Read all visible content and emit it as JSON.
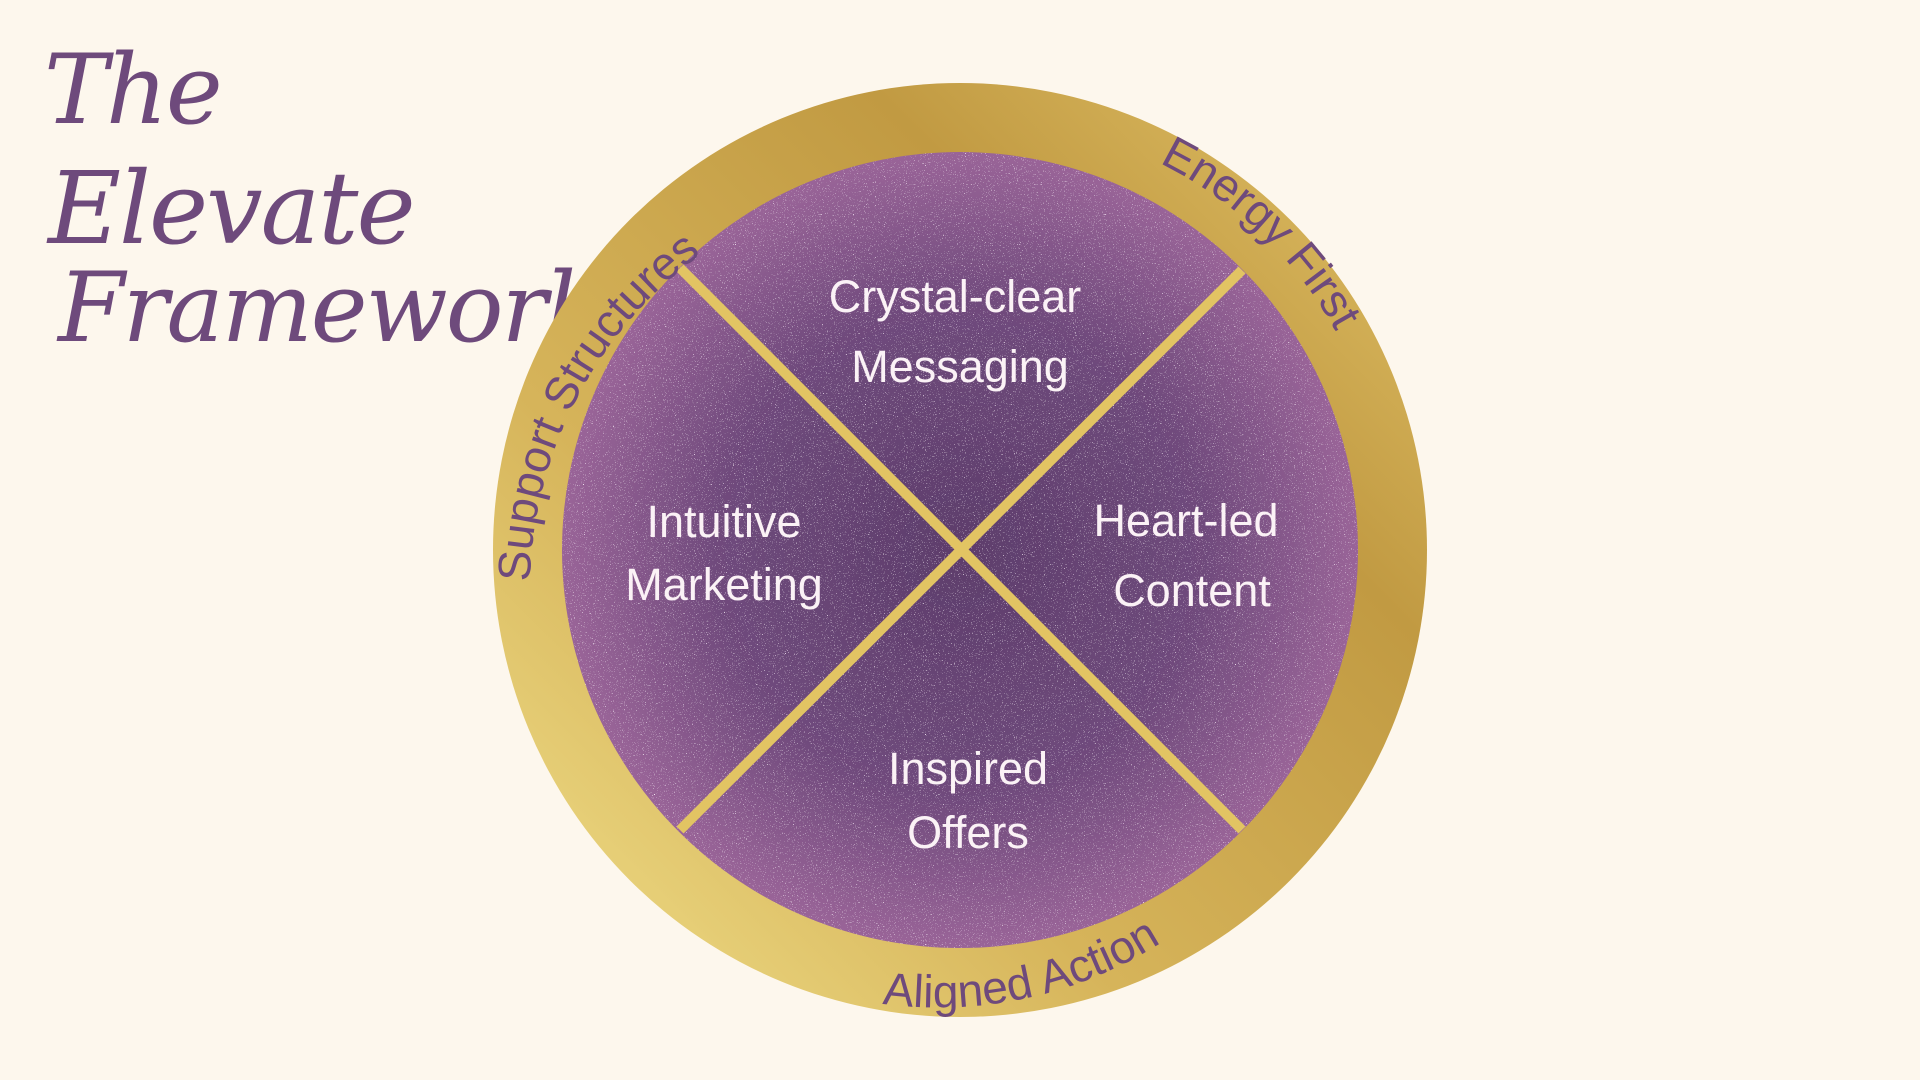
{
  "title": {
    "line1": "The",
    "line2": "Elevate",
    "line3": "Framework"
  },
  "ring_labels": {
    "top_left": "Support Structures",
    "top_right": "Energy First",
    "bottom": "Aligned Action"
  },
  "quadrants": {
    "top": {
      "line1": "Crystal-clear",
      "line2": "Messaging"
    },
    "right": {
      "line1": "Heart-led",
      "line2": "Content"
    },
    "bottom": {
      "line1": "Inspired",
      "line2": "Offers"
    },
    "left": {
      "line1": "Intuitive",
      "line2": "Marketing"
    }
  },
  "colors": {
    "background": "#fdf7ed",
    "gold": "#c9a24a",
    "gold_light": "#f0dc84",
    "purple_dark": "#5e3f6c",
    "purple_light": "#a66aa0",
    "title_text": "#6e4a7c",
    "quadrant_text": "#fbf2f6"
  }
}
